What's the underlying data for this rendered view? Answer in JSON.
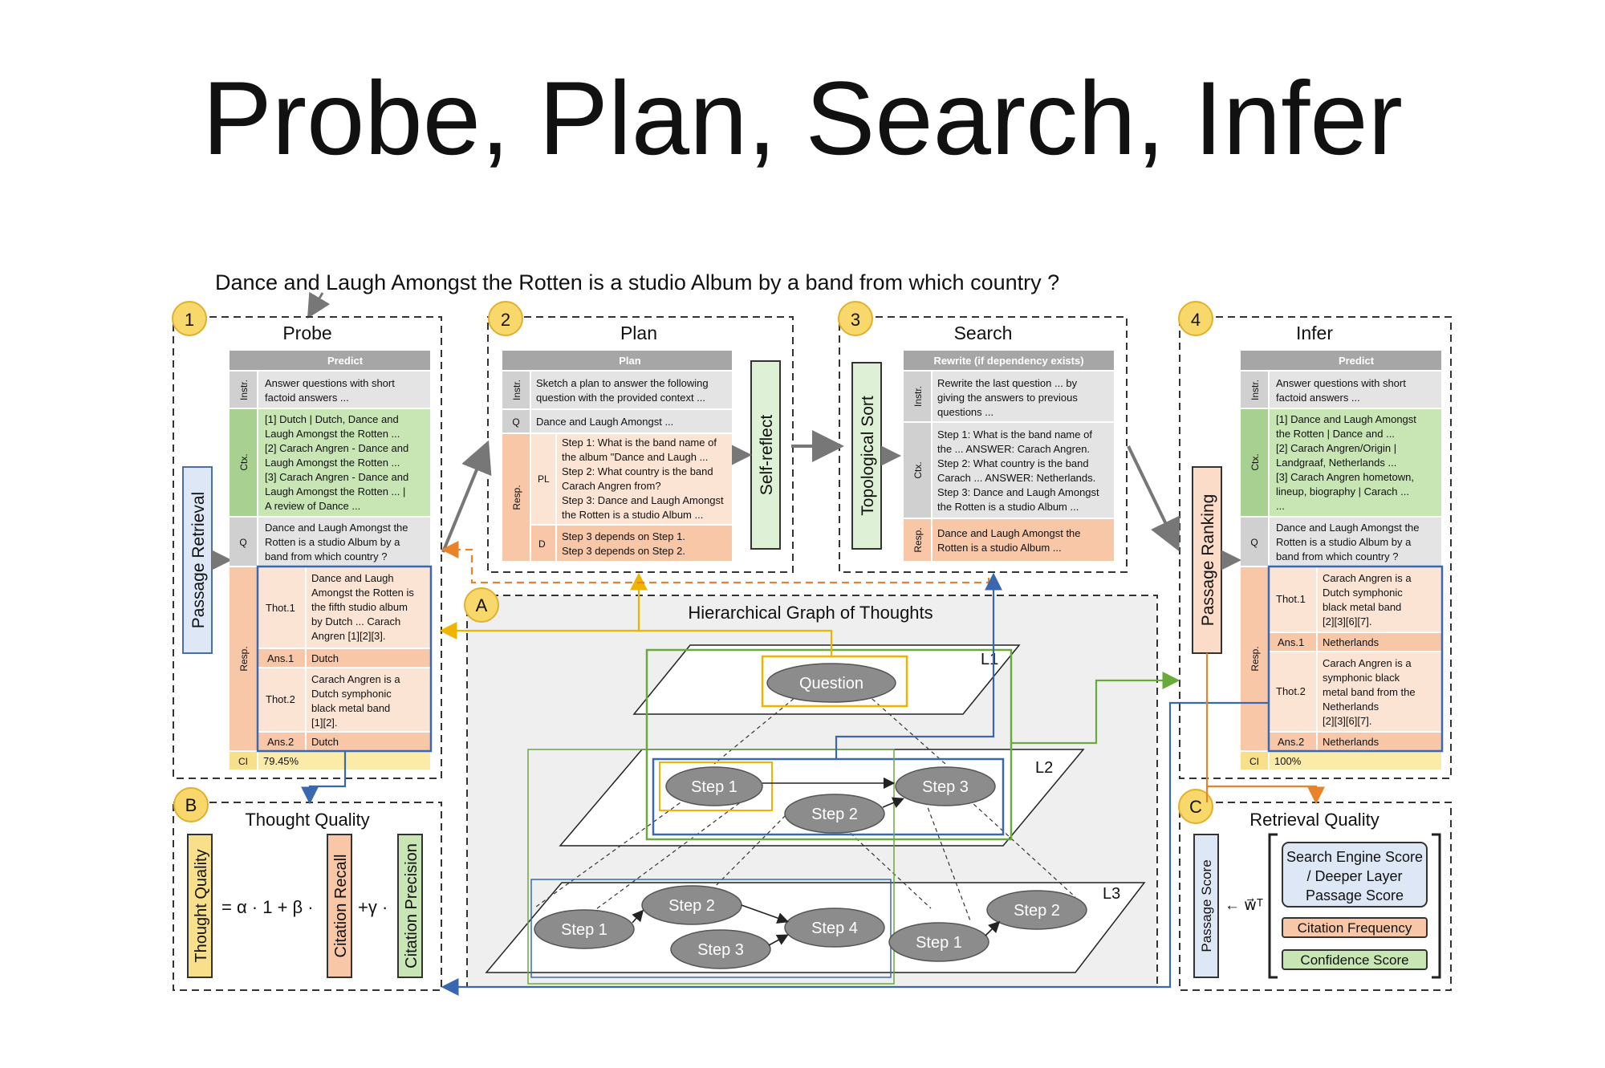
{
  "title": "Probe, Plan, Search, Infer",
  "question": "Dance and Laugh Amongst the Rotten is a studio Album by a band from which country ?",
  "colors": {
    "gold": "#f0c000",
    "green": "#6aaa3a",
    "blue": "#3a68b0",
    "orange": "#e8832a",
    "gray": "#888888"
  },
  "probe": {
    "badge": "1",
    "title": "Probe",
    "side": "Passage Retrieval",
    "header": "Predict",
    "instr_label": "Instr.",
    "instr": [
      "Answer questions with short",
      "factoid answers ..."
    ],
    "ctx_label": "Ctx.",
    "ctx": [
      "[1] Dutch | Dutch, Dance and",
      "Laugh Amongst the Rotten ...",
      "[2] Carach Angren - Dance and",
      "Laugh Amongst the Rotten ...",
      "[3] Carach Angren - Dance and",
      "Laugh Amongst the Rotten ... |",
      "A review of Dance ..."
    ],
    "q_label": "Q",
    "q": [
      "Dance and Laugh Amongst the",
      "Rotten is a studio Album by a",
      "band from which country ?"
    ],
    "resp_label": "Resp.",
    "thot1_label": "Thot.1",
    "thot1": [
      "Dance and Laugh",
      "Amongst the Rotten is",
      "the fifth studio album",
      "by Dutch ... Carach",
      "Angren [1][2][3]."
    ],
    "ans1_label": "Ans.1",
    "ans1": "Dutch",
    "thot2_label": "Thot.2",
    "thot2": [
      "Carach Angren is a",
      "Dutch symphonic",
      "black metal band",
      "[1][2]."
    ],
    "ans2_label": "Ans.2",
    "ans2": "Dutch",
    "ci_label": "CI",
    "ci": "79.45%"
  },
  "plan": {
    "badge": "2",
    "title": "Plan",
    "header": "Plan",
    "side": "Self-reflect",
    "instr_label": "Instr.",
    "instr": [
      "Sketch a plan to answer the following",
      "question with the provided context ..."
    ],
    "q_label": "Q",
    "q": "Dance and Laugh Amongst ...",
    "resp_label": "Resp.",
    "pl_label": "PL",
    "pl": [
      "Step 1: What is the band name of",
      "the album \"Dance and Laugh ...",
      "Step 2: What country is the band",
      "Carach Angren from?",
      "Step 3: Dance and Laugh Amongst",
      "the Rotten is a studio Album ..."
    ],
    "d_label": "D",
    "d": [
      "Step 3 depends on Step 1.",
      "Step 3 depends on Step 2."
    ]
  },
  "search": {
    "badge": "3",
    "title": "Search",
    "header": "Rewrite (if dependency exists)",
    "side": "Topological Sort",
    "instr_label": "Instr.",
    "instr": [
      "Rewrite the last question ... by",
      "giving the answers to previous",
      "questions ..."
    ],
    "ctx_label": "Ctx.",
    "ctx": [
      "Step 1: What is the band name of",
      "the ... ANSWER: Carach Angren.",
      "Step 2: What country is the band",
      "Carach ... ANSWER: Netherlands.",
      "Step 3: Dance and Laugh Amongst",
      "the Rotten is a studio Album ..."
    ],
    "resp_label": "Resp.",
    "resp": [
      "Dance and Laugh Amongst the",
      "Rotten is a studio Album ..."
    ]
  },
  "infer": {
    "badge": "4",
    "title": "Infer",
    "header": "Predict",
    "side": "Passage Ranking",
    "instr_label": "Instr.",
    "instr": [
      "Answer questions with short",
      "factoid answers ..."
    ],
    "ctx_label": "Ctx.",
    "ctx": [
      "[1] Dance and Laugh Amongst",
      "the Rotten | Dance and ...",
      "[2] Carach Angren/Origin |",
      "Landgraaf, Netherlands ...",
      "[3] Carach Angren hometown,",
      "lineup, biography | Carach ...",
      "..."
    ],
    "q_label": "Q",
    "q": [
      "Dance and Laugh Amongst the",
      "Rotten is a studio Album by a",
      "band from which country ?"
    ],
    "resp_label": "Resp.",
    "thot1_label": "Thot.1",
    "thot1": [
      "Carach Angren is a",
      "Dutch symphonic",
      "black metal band",
      "[2][3][6][7]."
    ],
    "ans1_label": "Ans.1",
    "ans1": "Netherlands",
    "thot2_label": "Thot.2",
    "thot2": [
      "Carach Angren is a",
      "symphonic black",
      "metal band from the",
      "Netherlands",
      "[2][3][6][7]."
    ],
    "ans2_label": "Ans.2",
    "ans2": "Netherlands",
    "ci_label": "CI",
    "ci": "100%"
  },
  "graph": {
    "badge": "A",
    "title": "Hierarchical Graph of Thoughts",
    "levels": [
      "L1",
      "L2",
      "L3"
    ],
    "nodes": {
      "question": "Question",
      "l2_step1": "Step 1",
      "l2_step2": "Step 2",
      "l2_step3": "Step 3",
      "l3_step1": "Step 1",
      "l3_step2": "Step 2",
      "l3_step3": "Step 3",
      "l3_step4": "Step 4",
      "l3r_step1": "Step 1",
      "l3r_step2": "Step 2"
    }
  },
  "thought_quality": {
    "badge": "B",
    "title": "Thought Quality",
    "lhs": "Thought Quality",
    "eq1": "= α · 1 + β ·",
    "term1": "Citation Recall",
    "eq2": "+γ ·",
    "term2": "Citation Precision"
  },
  "retrieval_quality": {
    "badge": "C",
    "title": "Retrieval Quality",
    "lhs": "Passage Score",
    "eq": "← w⃗ᵀ ·",
    "terms": [
      [
        "Search Engine Score",
        "/ Deeper Layer",
        "Passage Score"
      ],
      [
        "Citation Frequency"
      ],
      [
        "Confidence Score"
      ]
    ]
  }
}
